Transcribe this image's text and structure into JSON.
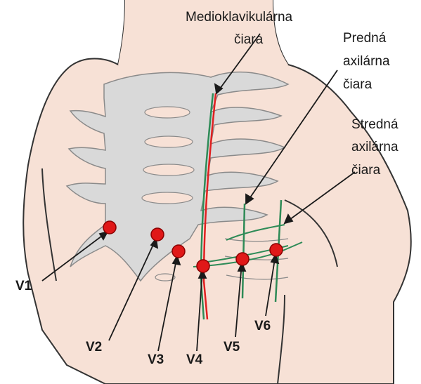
{
  "colors": {
    "skin": "#f7e1d6",
    "outline": "#333333",
    "bone": "#d9d9d9",
    "bone_outline": "#8a8a8a",
    "line_green": "#2e8b57",
    "line_red": "#e02020",
    "electrode": "#e01818"
  },
  "labels": {
    "midclavicular": [
      "Medioklavikulárna",
      "čiara"
    ],
    "anterior_axillary": [
      "Predná",
      "axilárna",
      "čiara"
    ],
    "mid_axillary": [
      "Stredná",
      "axilárna",
      "čiara"
    ]
  },
  "electrodes": [
    "V1",
    "V2",
    "V3",
    "V4",
    "V5",
    "V6"
  ]
}
